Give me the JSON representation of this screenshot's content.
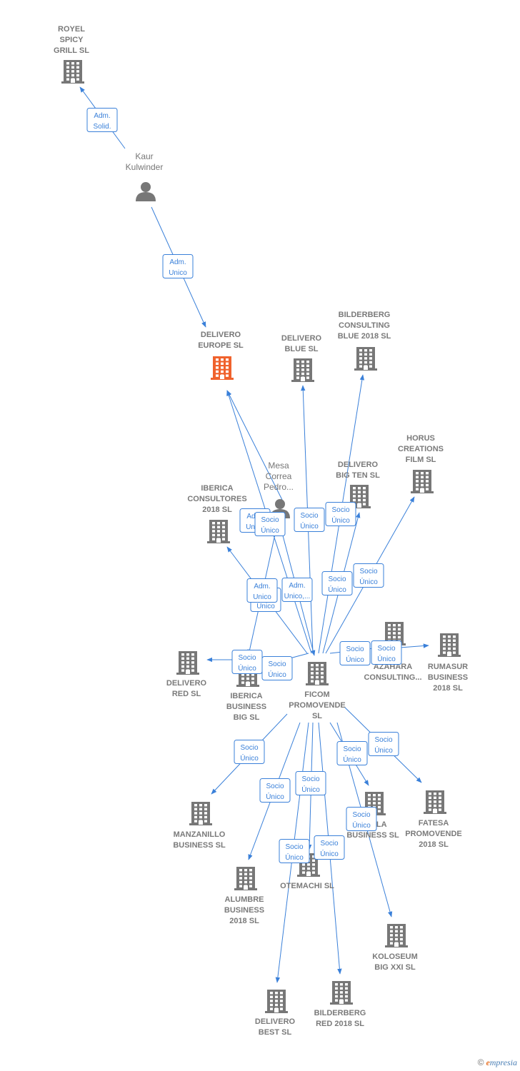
{
  "colors": {
    "edge": "#3a80d9",
    "building": "#777777",
    "focus_building": "#f0622d",
    "person": "#777777"
  },
  "nodes": [
    {
      "id": "royel",
      "kind": "company",
      "label": [
        "ROYEL",
        "SPICY",
        "GRILL  SL"
      ]
    },
    {
      "id": "kaur",
      "kind": "person",
      "label": [
        "Kaur",
        "Kulwinder"
      ]
    },
    {
      "id": "delivero_europe",
      "kind": "company",
      "focus": true,
      "label": [
        "DELIVERO",
        "EUROPE  SL"
      ]
    },
    {
      "id": "delivero_blue",
      "kind": "company",
      "label": [
        "DELIVERO",
        "BLUE  SL"
      ]
    },
    {
      "id": "bilderberg_blue",
      "kind": "company",
      "label": [
        "BILDERBERG",
        "CONSULTING",
        "BLUE 2018  SL"
      ]
    },
    {
      "id": "horus",
      "kind": "company",
      "label": [
        "HORUS",
        "CREATIONS",
        "FILM  SL"
      ]
    },
    {
      "id": "delivero_bigten",
      "kind": "company",
      "label": [
        "DELIVERO",
        "BIG TEN  SL"
      ]
    },
    {
      "id": "mesa",
      "kind": "person",
      "label": [
        "Mesa",
        "Correa",
        "Pedro..."
      ]
    },
    {
      "id": "iberica_consultores",
      "kind": "company",
      "label": [
        "IBERICA",
        "CONSULTORES",
        "2018  SL"
      ]
    },
    {
      "id": "azahara",
      "kind": "company",
      "label": [
        "...IA",
        "AZAHARA",
        "CONSULTING..."
      ]
    },
    {
      "id": "rumasur",
      "kind": "company",
      "label": [
        "RUMASUR",
        "BUSINESS",
        "2018  SL"
      ]
    },
    {
      "id": "delivero_red",
      "kind": "company",
      "label": [
        "DELIVERO",
        "RED  SL"
      ]
    },
    {
      "id": "iberica_business",
      "kind": "company",
      "label": [
        "IBERICA",
        "BUSINESS",
        "BIG  SL"
      ]
    },
    {
      "id": "ficom",
      "kind": "company",
      "label": [
        "FICOM",
        "PROMOVENDE",
        "SL"
      ]
    },
    {
      "id": "manzanillo",
      "kind": "company",
      "label": [
        "MANZANILLO",
        "BUSINESS  SL"
      ]
    },
    {
      "id": "fatesa",
      "kind": "company",
      "label": [
        "FATESA",
        "PROMOVENDE",
        "2018  SL"
      ]
    },
    {
      "id": "insula",
      "kind": "company",
      "label": [
        "...SULA",
        "BUSINESS  SL"
      ]
    },
    {
      "id": "alumbre",
      "kind": "company",
      "label": [
        "ALUMBRE",
        "BUSINESS",
        "2018  SL"
      ]
    },
    {
      "id": "otemachi",
      "kind": "company",
      "label": [
        "OTEMACHI  SL"
      ]
    },
    {
      "id": "koloseum",
      "kind": "company",
      "label": [
        "KOLOSEUM",
        "BIG XXI  SL"
      ]
    },
    {
      "id": "delivero_best",
      "kind": "company",
      "label": [
        "DELIVERO",
        "BEST  SL"
      ]
    },
    {
      "id": "bilderberg_red",
      "kind": "company",
      "label": [
        "BILDERBERG",
        "RED 2018  SL"
      ]
    }
  ],
  "edges": [
    {
      "from": "kaur",
      "to": "royel",
      "role": [
        "Adm.",
        "Solid."
      ]
    },
    {
      "from": "kaur",
      "to": "delivero_europe",
      "role": [
        "Adm.",
        "Unico"
      ]
    },
    {
      "from": "mesa",
      "to": "delivero_europe",
      "role": [
        "Adm.",
        "Unico"
      ]
    },
    {
      "from": "ficom",
      "to": "delivero_europe",
      "role": [
        "Socio",
        "Único"
      ]
    },
    {
      "from": "ficom",
      "to": "delivero_blue",
      "role": [
        "Socio",
        "Único"
      ]
    },
    {
      "from": "ficom",
      "to": "bilderberg_blue",
      "role": [
        "Socio",
        "Único"
      ]
    },
    {
      "from": "ficom",
      "to": "delivero_bigten",
      "role": [
        "Socio",
        "Único"
      ]
    },
    {
      "from": "ficom",
      "to": "horus",
      "role": [
        "Socio",
        "Único"
      ]
    },
    {
      "from": "mesa",
      "to": "ficom",
      "role": [
        "Adm.",
        "Unico,..."
      ]
    },
    {
      "from": "ficom",
      "to": "iberica_consultores",
      "role": [
        "Socio",
        "Único"
      ]
    },
    {
      "from": "mesa",
      "to": "iberica_business",
      "role": [
        "Adm.",
        "Unico"
      ]
    },
    {
      "from": "ficom",
      "to": "iberica_business",
      "role": [
        "Socio",
        "Único"
      ]
    },
    {
      "from": "ficom",
      "to": "delivero_red",
      "role": [
        "Socio",
        "Único"
      ]
    },
    {
      "from": "ficom",
      "to": "azahara",
      "role": [
        "Socio",
        "Único"
      ]
    },
    {
      "from": "ficom",
      "to": "rumasur",
      "role": [
        "Socio",
        "Único"
      ]
    },
    {
      "from": "ficom",
      "to": "manzanillo",
      "role": [
        "Socio",
        "Único"
      ]
    },
    {
      "from": "ficom",
      "to": "alumbre",
      "role": [
        "Socio",
        "Único"
      ]
    },
    {
      "from": "ficom",
      "to": "otemachi",
      "role": [
        "Socio",
        "Único"
      ]
    },
    {
      "from": "ficom",
      "to": "insula",
      "role": [
        "Socio",
        "Único"
      ]
    },
    {
      "from": "ficom",
      "to": "fatesa",
      "role": [
        "Socio",
        "Único"
      ]
    },
    {
      "from": "ficom",
      "to": "koloseum",
      "role": [
        "Socio",
        "Único"
      ]
    },
    {
      "from": "ficom",
      "to": "delivero_best",
      "role": [
        "Socio",
        "Único"
      ]
    },
    {
      "from": "ficom",
      "to": "bilderberg_red",
      "role": [
        "Socio",
        "Único"
      ]
    }
  ],
  "brand": {
    "copyright": "©",
    "name_first": "e",
    "name_rest": "mpresia"
  }
}
